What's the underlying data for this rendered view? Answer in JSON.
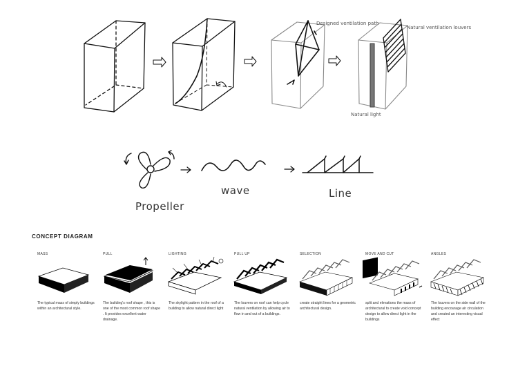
{
  "annotations": {
    "ventilation_path": "Designed ventilation path",
    "ventilation_louvers": "Natural ventilation louvers",
    "natural_light": "Natural light"
  },
  "sketch_words": {
    "propeller": "Propeller",
    "wave": "wave",
    "line": "Line"
  },
  "concept": {
    "title": "CONCEPT DIAGRAM",
    "steps": [
      {
        "label": "MASS",
        "desc": "The typical mass of simply buildings within an architectural style."
      },
      {
        "label": "PULL",
        "desc": "The building's roof shape , this is one of the most common roof shape . It provides excellent water drainage."
      },
      {
        "label": "LIGHTING",
        "desc": "The skylight pattern in the roof of a building to allow natural direct light"
      },
      {
        "label": "PULL UP",
        "desc": "The louvers on roof can help cycle natural ventilation by allowing air to flow in and out of a buildings."
      },
      {
        "label": "SELECTION",
        "desc": "create straight lines for a geometric architectural design."
      },
      {
        "label": "MOVE AND CUT",
        "desc": "split and elevations the mass of architectural to create void concept design to allow direct light in the buildings"
      },
      {
        "label": "ANGLES",
        "desc": "The louvers on the side wall of the building encourage air circulation and created an interesting visual effect"
      }
    ]
  }
}
